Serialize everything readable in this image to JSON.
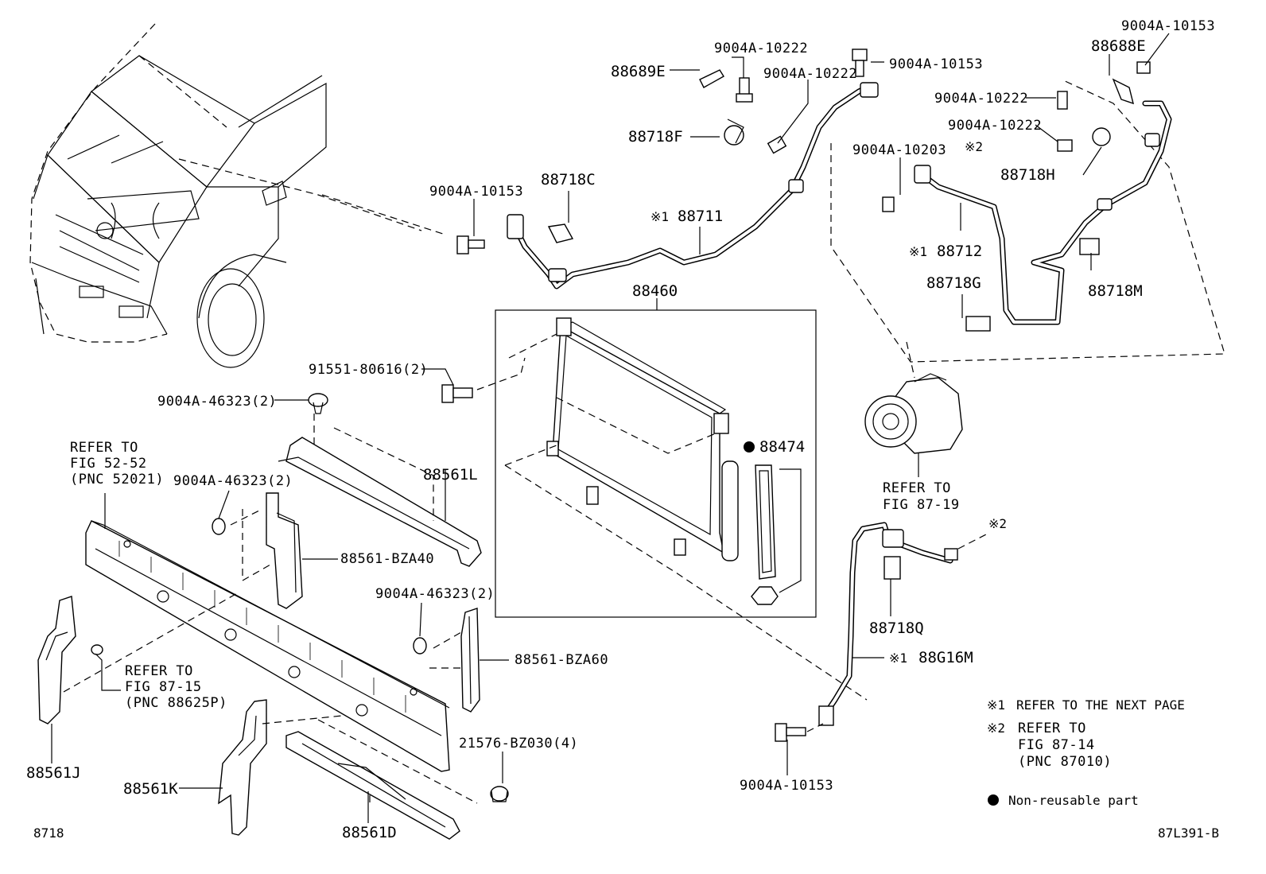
{
  "diagram": {
    "page_number": "8718",
    "figure_code": "87L391-B",
    "labels": {
      "p88689E": "88689E",
      "p9004A10222a": "9004A-10222",
      "p9004A10222b": "9004A-10222",
      "p9004A10153a": "9004A-10153",
      "p9004A10153b": "9004A-10153",
      "p88688E": "88688E",
      "p9004A10222c": "9004A-10222",
      "p9004A10222d": "9004A-10222",
      "p88718F": "88718F",
      "p9004A10203": "9004A-10203",
      "p88718H": "88718H",
      "p9004A10153c": "9004A-10153",
      "p88718C": "88718C",
      "p88711": "88711",
      "p88712": "88712",
      "p88718G": "88718G",
      "p88718M": "88718M",
      "p88460": "88460",
      "p9155180616": "91551-80616(2)",
      "p9004A46323a": "9004A-46323(2)",
      "p88474": "88474",
      "p88561L": "88561L",
      "p9004A46323b": "9004A-46323(2)",
      "p88561BZA40": "88561-BZA40",
      "p9004A46323c": "9004A-46323(2)",
      "p88561BZA60": "88561-BZA60",
      "p88718Q": "88718Q",
      "p88G16M": "88G16M",
      "p21576BZ030": "21576-BZ030(4)",
      "p9004A10153d": "9004A-10153",
      "p88561J": "88561J",
      "p88561K": "88561K",
      "p88561D": "88561D"
    },
    "marks": {
      "note1": "※1",
      "note2": "※2"
    },
    "refs": {
      "ref5252_l1": "REFER TO",
      "ref5252_l2": "FIG 52-52",
      "ref5252_l3": "(PNC 52021)",
      "ref8719_l1": "REFER TO",
      "ref8719_l2": "FIG 87-19",
      "ref8715_l1": "REFER TO",
      "ref8715_l2": "FIG 87-15",
      "ref8715_l3": "(PNC 88625P)"
    },
    "legend": {
      "note1_mark": "※1",
      "note1_text": "REFER TO THE NEXT PAGE",
      "note2_mark": "※2",
      "note2_l1": "REFER TO",
      "note2_l2": "FIG 87-14",
      "note2_l3": "(PNC 87010)",
      "nonreusable_text": "Non-reusable part"
    }
  }
}
